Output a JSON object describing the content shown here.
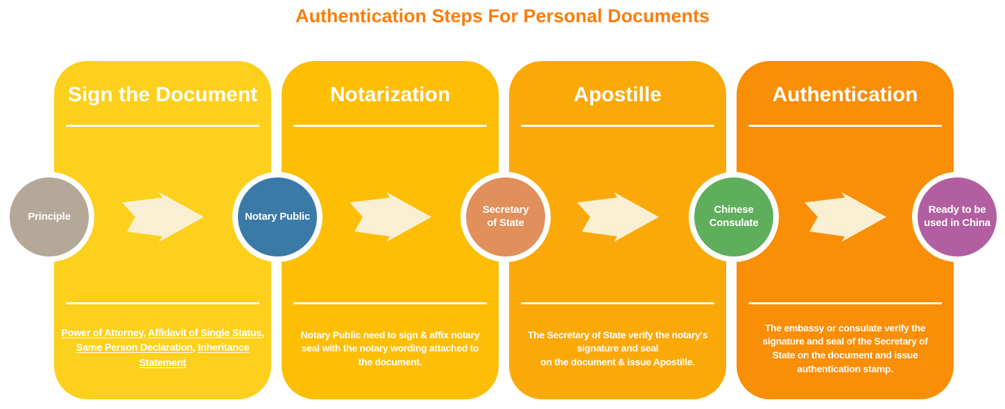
{
  "page": {
    "title": "Authentication Steps For Personal Documents",
    "title_color": "#F87E0E",
    "background_color": "#FFFFFF"
  },
  "arrow": {
    "name": "right-arrow",
    "color": "#F9F0D4"
  },
  "divider_color": "#FFFFFF",
  "steps": [
    {
      "title": "Sign the Document",
      "color": "#FCD01C",
      "links": [
        "Power of Attorney",
        "Affidavit of Single Status",
        "Same Person Declaration",
        "Inheritance Statement"
      ]
    },
    {
      "title": "Notarization",
      "color": "#FDBE03",
      "description": "Notary Public need to sign & affix notary\nseal with the notary wording attached to\nthe document."
    },
    {
      "title": "Apostille",
      "color": "#FBA909",
      "description": "The Secretary of State verify the notary's\nsignature and seal\non the document & issue Apostille."
    },
    {
      "title": "Authentication",
      "color": "#F98E07",
      "description": "The embassy or consulate verify the\nsignature and seal of the Secretary of\nState on the document and issue\nauthentication stamp."
    }
  ],
  "nodes": [
    {
      "label": "Principle",
      "color": "#B4A898"
    },
    {
      "label": "Notary Public",
      "color": "#3A7AA6"
    },
    {
      "label": "Secretary\nof State",
      "color": "#E18F5B"
    },
    {
      "label": "Chinese\nConsulate",
      "color": "#5FAE5C"
    },
    {
      "label": "Ready to be\nused in China",
      "color": "#B25FA1"
    }
  ]
}
